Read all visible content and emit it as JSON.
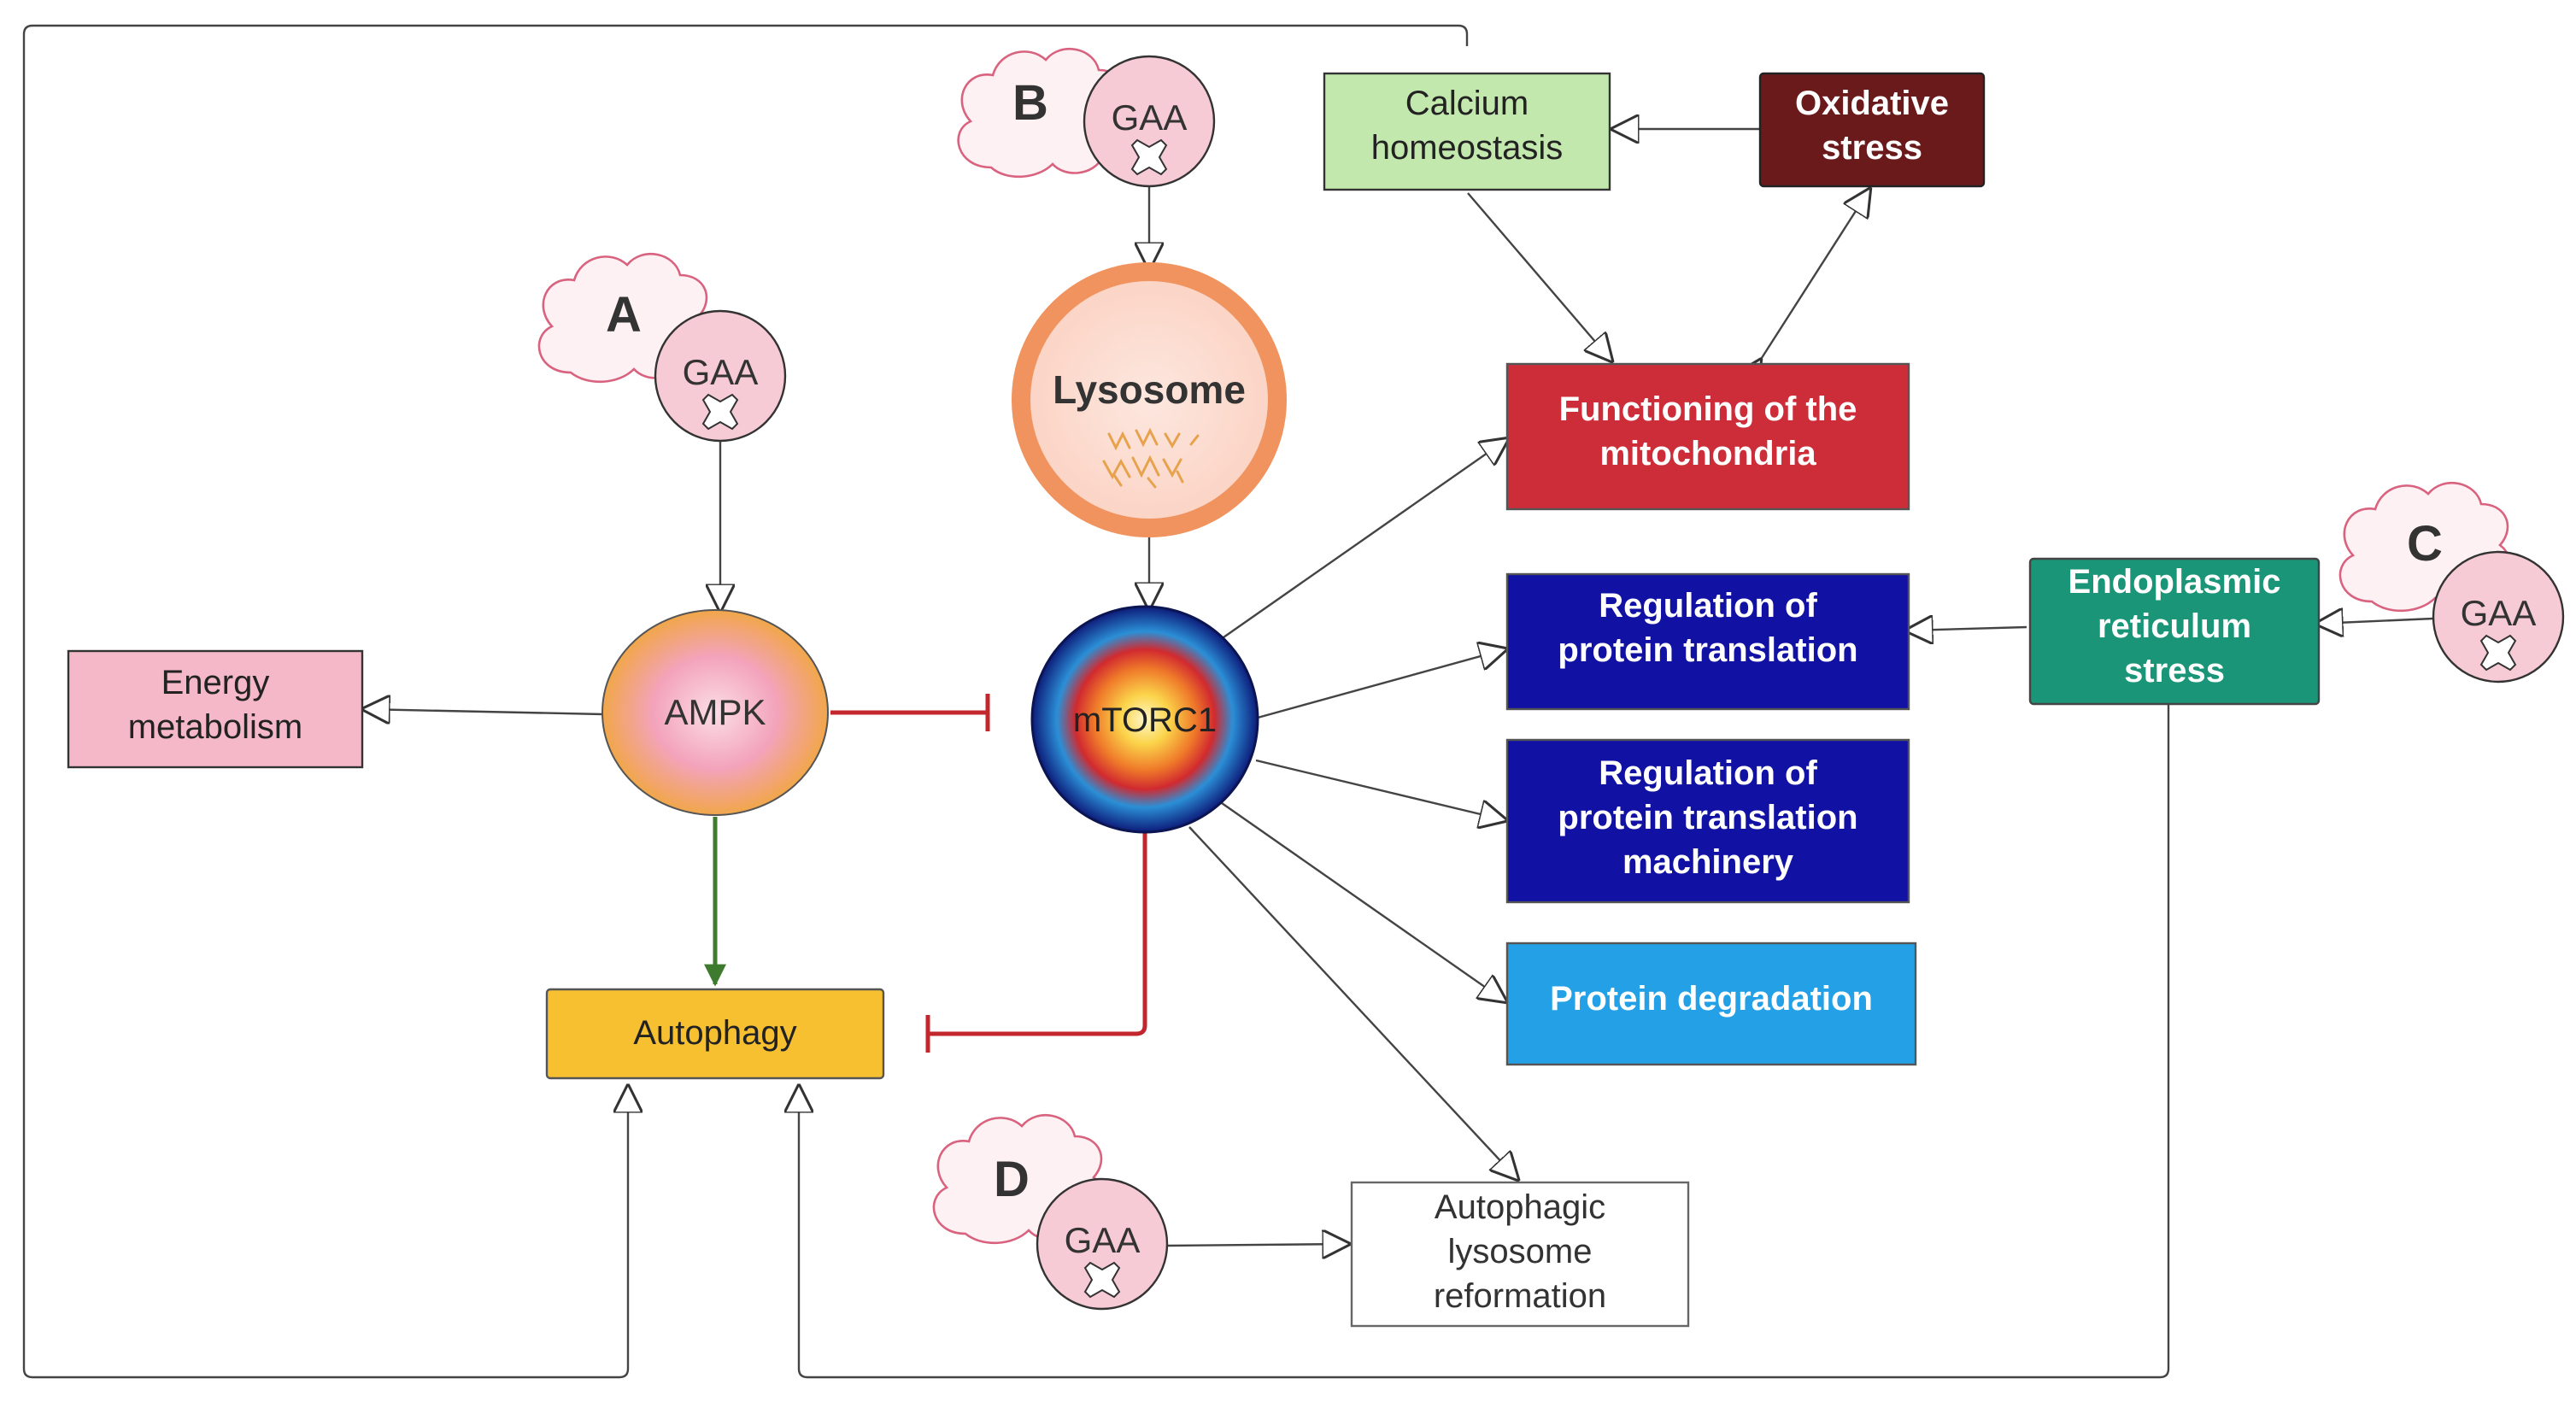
{
  "panels": [
    {
      "id": "A",
      "letter": "A",
      "gaa": "GAA"
    },
    {
      "id": "B",
      "letter": "B",
      "gaa": "GAA"
    },
    {
      "id": "C",
      "letter": "C",
      "gaa": "GAA"
    },
    {
      "id": "D",
      "letter": "D",
      "gaa": "GAA"
    }
  ],
  "nodes": {
    "lysosome": "Lysosome",
    "ampk": "AMPK",
    "mtorc1": "mTORC1",
    "energy": [
      "Energy",
      "metabolism"
    ],
    "autophagy": "Autophagy",
    "calcium": [
      "Calcium",
      "homeostasis"
    ],
    "oxidative": [
      "Oxidative",
      "stress"
    ],
    "mito": [
      "Functioning of the",
      "mitochondria"
    ],
    "reg_trans": [
      "Regulation of",
      "protein translation"
    ],
    "reg_mach": [
      "Regulation of",
      "protein translation",
      "machinery"
    ],
    "degradation": "Protein degradation",
    "er_stress": [
      "Endoplasmic",
      "reticulum",
      "stress"
    ],
    "alr": [
      "Autophagic",
      "lysosome",
      "reformation"
    ]
  },
  "colors": {
    "energy": "#f4b8c8",
    "autophagy": "#f6c030",
    "calcium": "#c3e8ad",
    "oxidative": "#6b1a1c",
    "mito": "#cc2d39",
    "regulation": "#1111a3",
    "degradation": "#24a1e6",
    "er_stress": "#1a9577",
    "inhibit": "#c2272d",
    "activate": "#3f7b2e",
    "gaa_fill": "#f7cbd6",
    "cloud_stroke": "#d9627f"
  }
}
